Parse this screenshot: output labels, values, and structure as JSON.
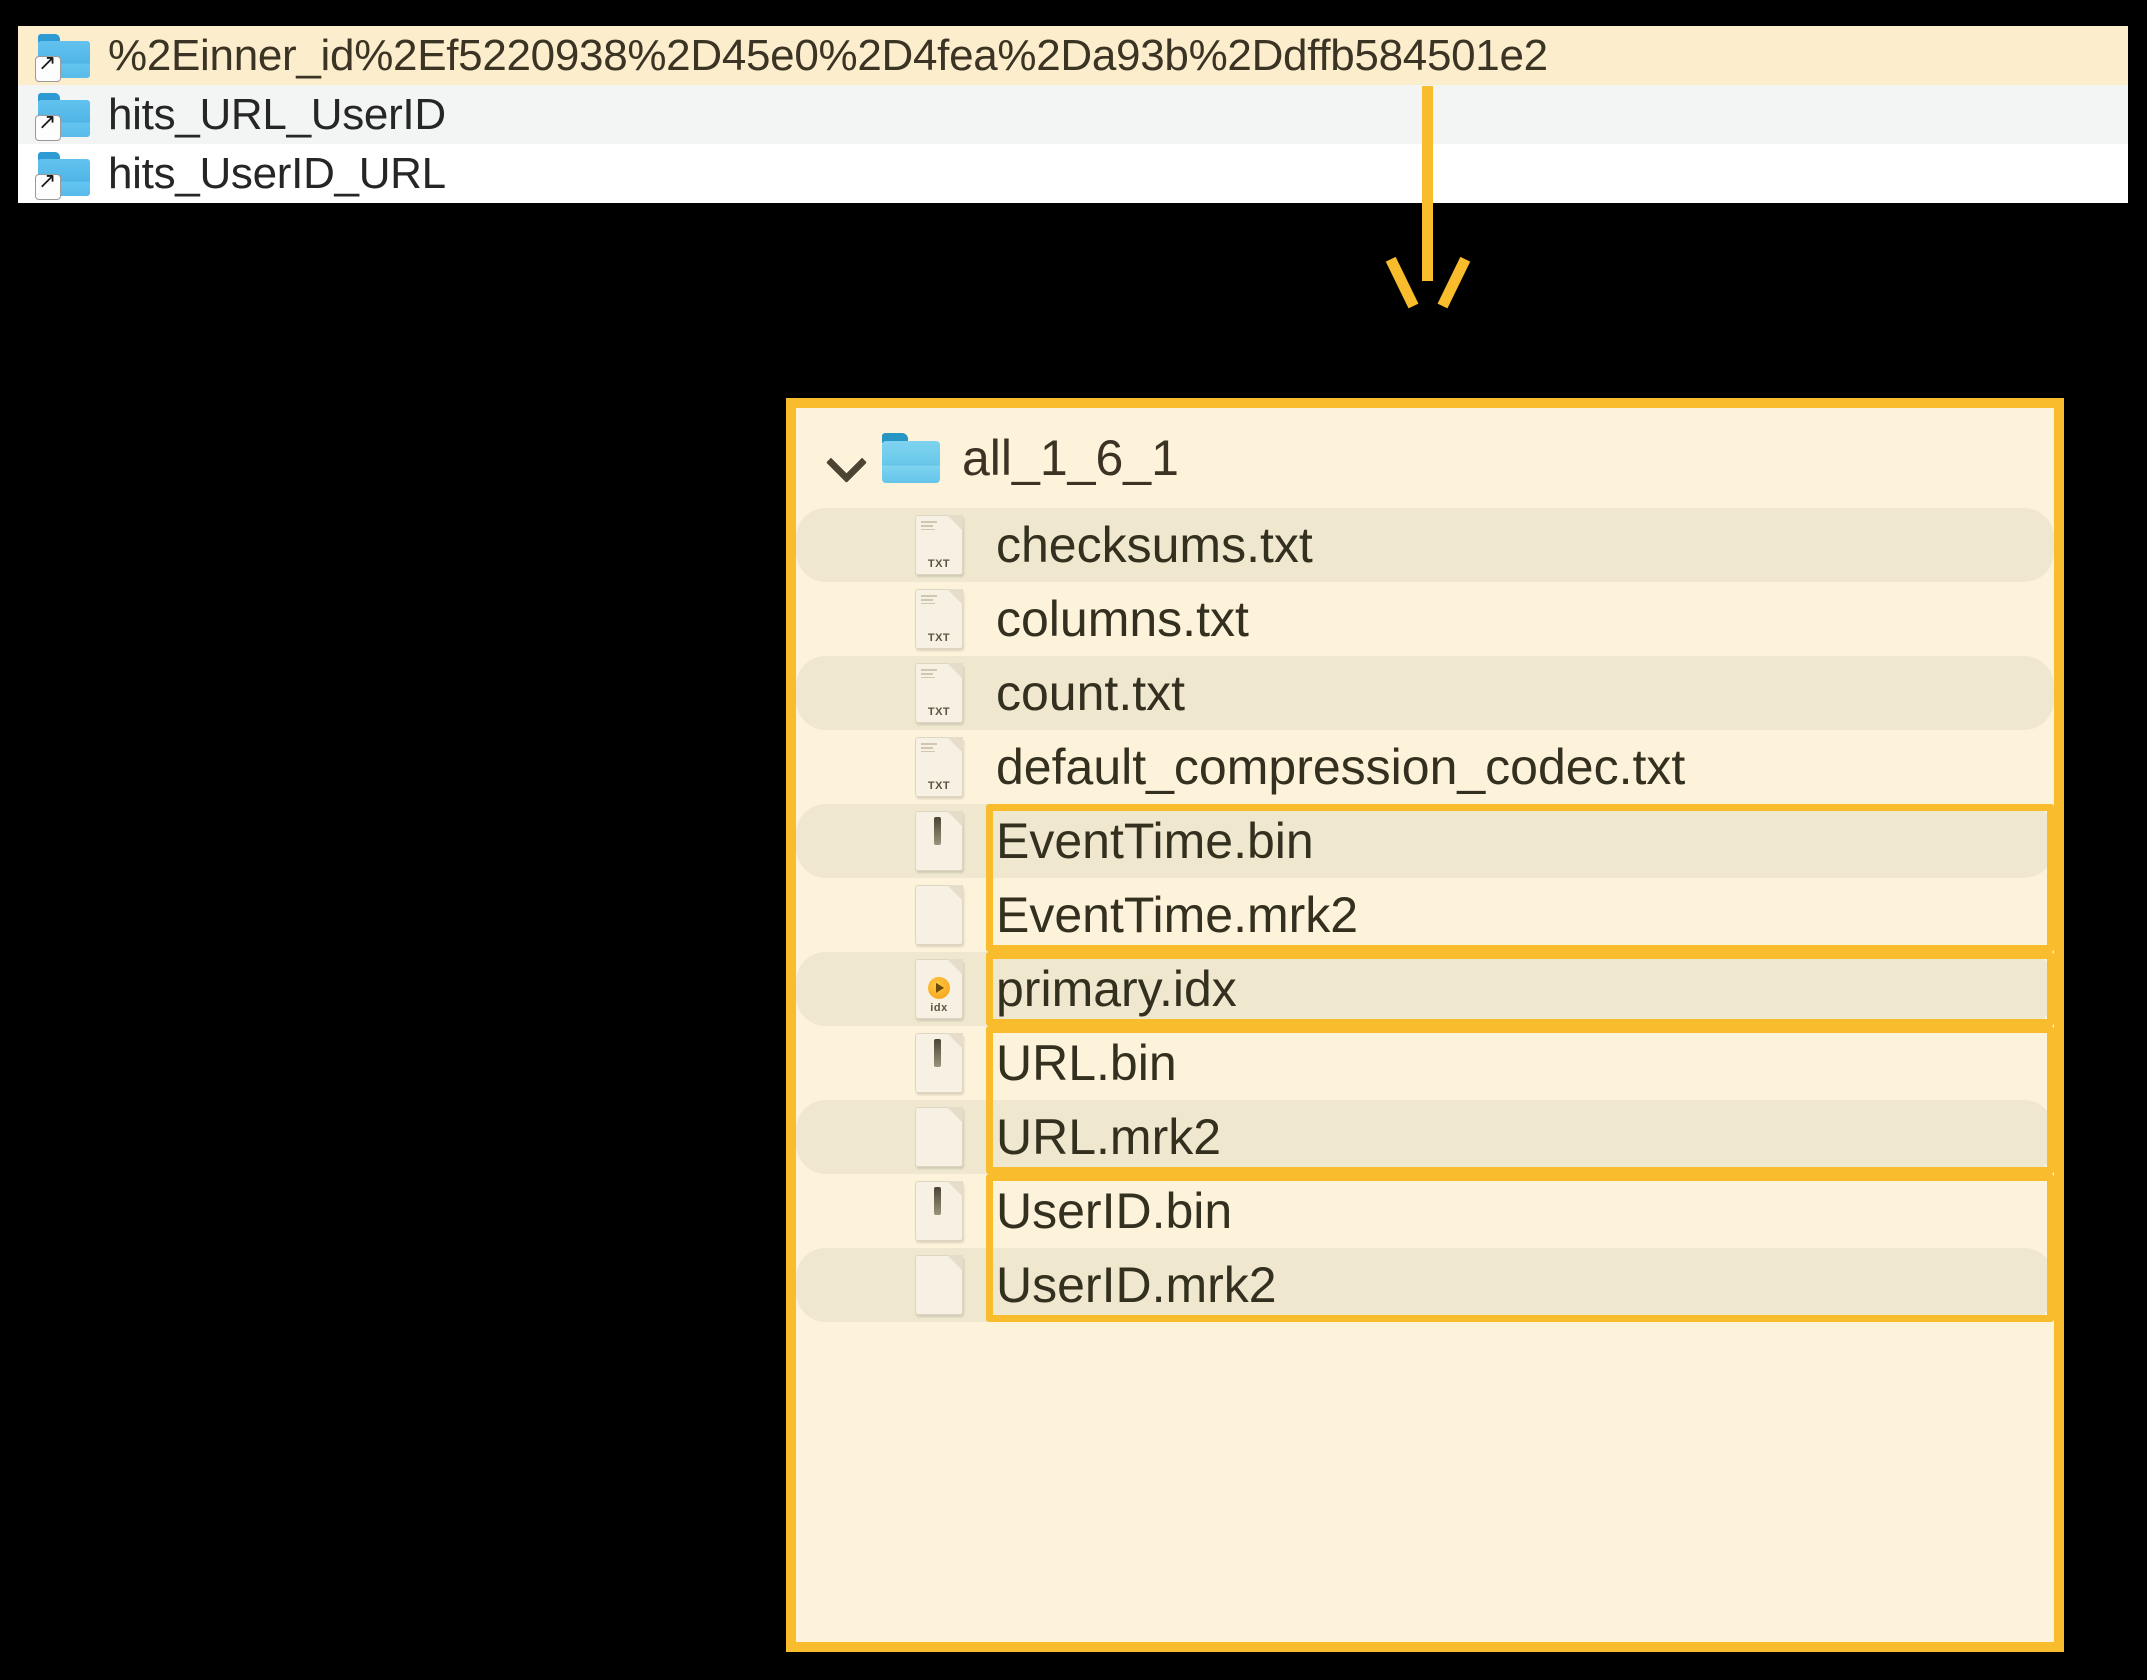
{
  "top_list": {
    "name": "symlink-folder-list",
    "rows": [
      {
        "label": "%2Einner_id%2Ef5220938%2D45e0%2D4fea%2Da93b%2Ddffb584501e2",
        "icon": "folder-symlink-icon",
        "state": "selected"
      },
      {
        "label": "hits_URL_UserID",
        "icon": "folder-symlink-icon",
        "state": "alt"
      },
      {
        "label": "hits_UserID_URL",
        "icon": "folder-symlink-icon",
        "state": "plain"
      }
    ]
  },
  "connector": {
    "name": "down-arrow-annotation",
    "color": "#f9bc2d"
  },
  "panel": {
    "name": "part-directory-panel",
    "border_color": "#f9bc2d",
    "background": "#fdf2da",
    "folder": {
      "chevron": "chevron-down-icon",
      "icon": "folder-icon",
      "label": "all_1_6_1"
    },
    "files": [
      {
        "label": "checksums.txt",
        "icon": "txt-file-icon",
        "icon_tag": "TXT",
        "zebra": true,
        "highlight": "none"
      },
      {
        "label": "columns.txt",
        "icon": "txt-file-icon",
        "icon_tag": "TXT",
        "zebra": false,
        "highlight": "none"
      },
      {
        "label": "count.txt",
        "icon": "txt-file-icon",
        "icon_tag": "TXT",
        "zebra": true,
        "highlight": "none"
      },
      {
        "label": "default_compression_codec.txt",
        "icon": "txt-file-icon",
        "icon_tag": "TXT",
        "zebra": false,
        "highlight": "none"
      },
      {
        "label": "EventTime.bin",
        "icon": "bin-file-icon",
        "icon_tag": "",
        "zebra": true,
        "highlight": "start"
      },
      {
        "label": "EventTime.mrk2",
        "icon": "mrk-file-icon",
        "icon_tag": "",
        "zebra": false,
        "highlight": "end"
      },
      {
        "label": "primary.idx",
        "icon": "idx-file-icon",
        "icon_tag": "idx",
        "zebra": true,
        "highlight": "single"
      },
      {
        "label": "URL.bin",
        "icon": "bin-file-icon",
        "icon_tag": "",
        "zebra": false,
        "highlight": "start"
      },
      {
        "label": "URL.mrk2",
        "icon": "mrk-file-icon",
        "icon_tag": "",
        "zebra": true,
        "highlight": "end"
      },
      {
        "label": "UserID.bin",
        "icon": "bin-file-icon",
        "icon_tag": "",
        "zebra": false,
        "highlight": "start"
      },
      {
        "label": "UserID.mrk2",
        "icon": "mrk-file-icon",
        "icon_tag": "",
        "zebra": true,
        "highlight": "end"
      }
    ]
  }
}
